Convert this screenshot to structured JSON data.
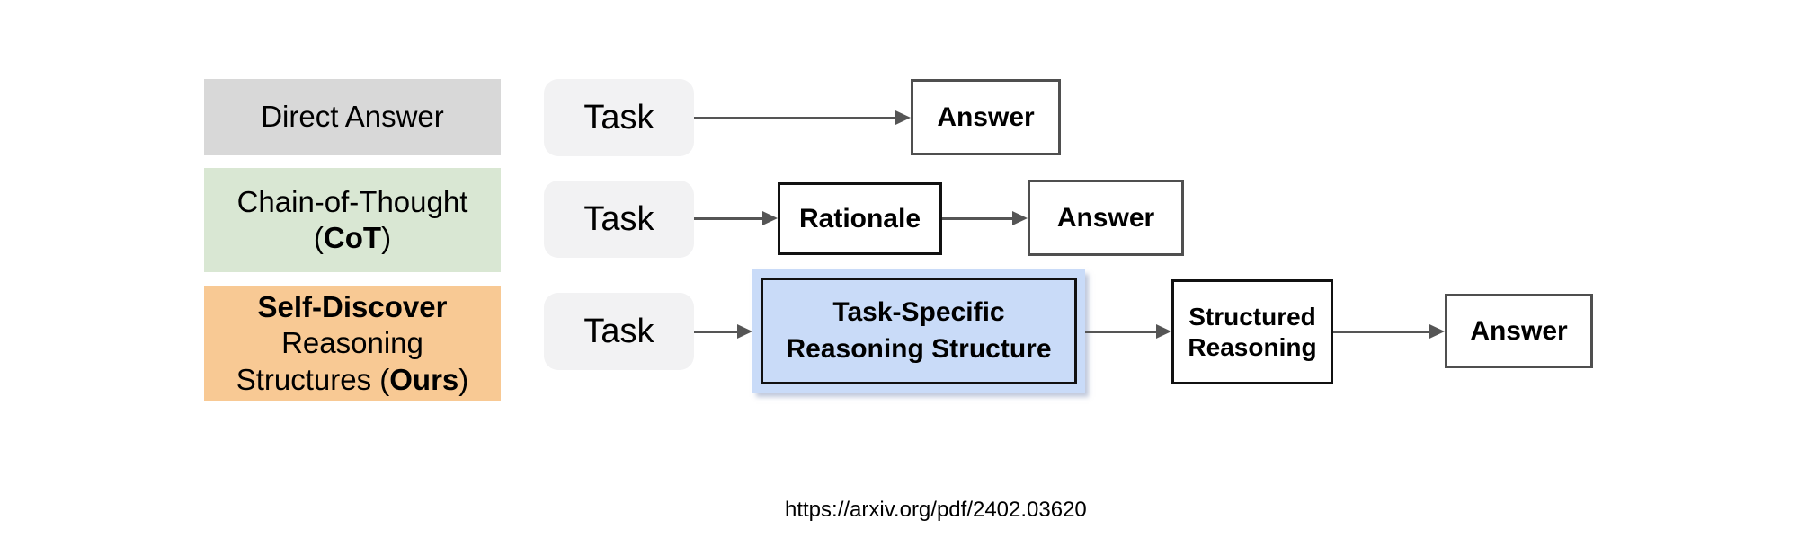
{
  "colors": {
    "background": "#ffffff",
    "direct_label_bg": "#d8d8d8",
    "cot_label_bg": "#d9e7d3",
    "ours_label_bg": "#f8c994",
    "task_bg": "#f2f2f3",
    "structure_bg": "#c9dbf8",
    "node_border_gray": "#4f4f4f",
    "node_border_black": "#111111",
    "arrow": "#555555",
    "text": "#000000"
  },
  "labels": {
    "direct": "Direct Answer",
    "cot_line1": "Chain-of-Thought",
    "cot_paren_open": "(",
    "cot_bold": "CoT",
    "cot_paren_close": ")",
    "ours_line1": "Self-Discover",
    "ours_line2": "Reasoning",
    "ours_line3_pre": "Structures (",
    "ours_line3_bold": "Ours",
    "ours_line3_post": ")"
  },
  "nodes": {
    "task": "Task",
    "answer": "Answer",
    "rationale": "Rationale",
    "task_specific_structure": "Task-Specific Reasoning Structure",
    "structured_reasoning": "Structured Reasoning"
  },
  "footer": {
    "url": "https://arxiv.org/pdf/2402.03620"
  }
}
